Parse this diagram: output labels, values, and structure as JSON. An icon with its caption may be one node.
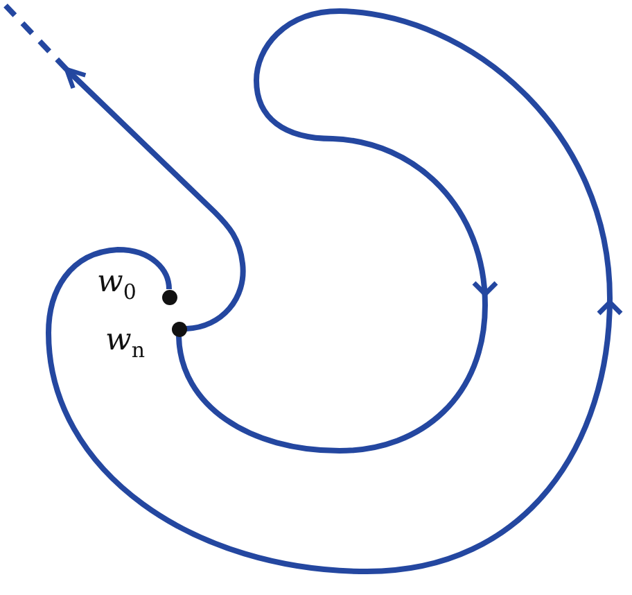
{
  "diagram": {
    "nodes": [
      {
        "text": [],
        "shape": "circle",
        "beside": [
          "w$_{0}$"
        ]
      },
      {
        "text": [],
        "shape": "circle",
        "beside": [
          "w$_{n}$"
        ]
      }
    ],
    "edges": [
      {
        "from": 0,
        "to": 1,
        "arrow": "to"
      },
      {
        "from": 1,
        "to": null,
        "arrow": "to"
      }
    ]
  }
}
